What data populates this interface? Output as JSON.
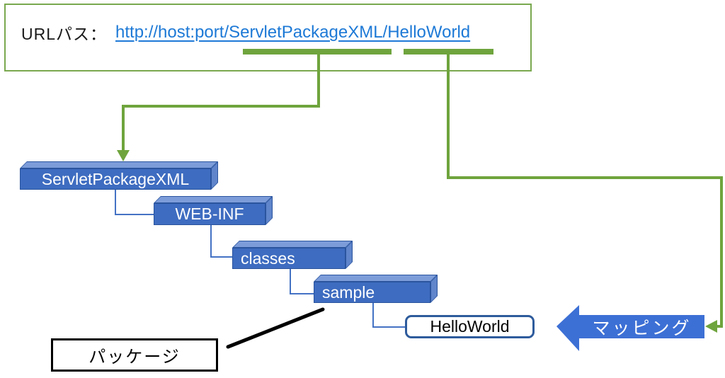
{
  "url_panel": {
    "label": "URLパス：",
    "url_text": "http://host:port/ServletPackageXML/HelloWorld"
  },
  "tree": {
    "nodes": [
      {
        "label": "ServletPackageXML",
        "type": "folder"
      },
      {
        "label": "WEB-INF",
        "type": "folder"
      },
      {
        "label": "classes",
        "type": "folder"
      },
      {
        "label": "sample",
        "type": "folder"
      },
      {
        "label": "HelloWorld",
        "type": "servlet-class"
      }
    ]
  },
  "callouts": {
    "mapping_label": "マッピング",
    "package_label": "パッケージ"
  },
  "colors": {
    "accent_green": "#6FA43D",
    "panel_border_green": "#79A84E",
    "link_blue": "#1D79D6",
    "folder_front_blue": "#3E6CC0",
    "folder_top_blue": "#7C9CD9",
    "folder_side_blue": "#6085CB",
    "folder_outline_blue": "#2A549E",
    "file_border_blue": "#2E5B9C",
    "mapping_arrow_blue": "#3D70D5",
    "tree_connector_blue": "#4472C4",
    "callout_black": "#000000"
  }
}
